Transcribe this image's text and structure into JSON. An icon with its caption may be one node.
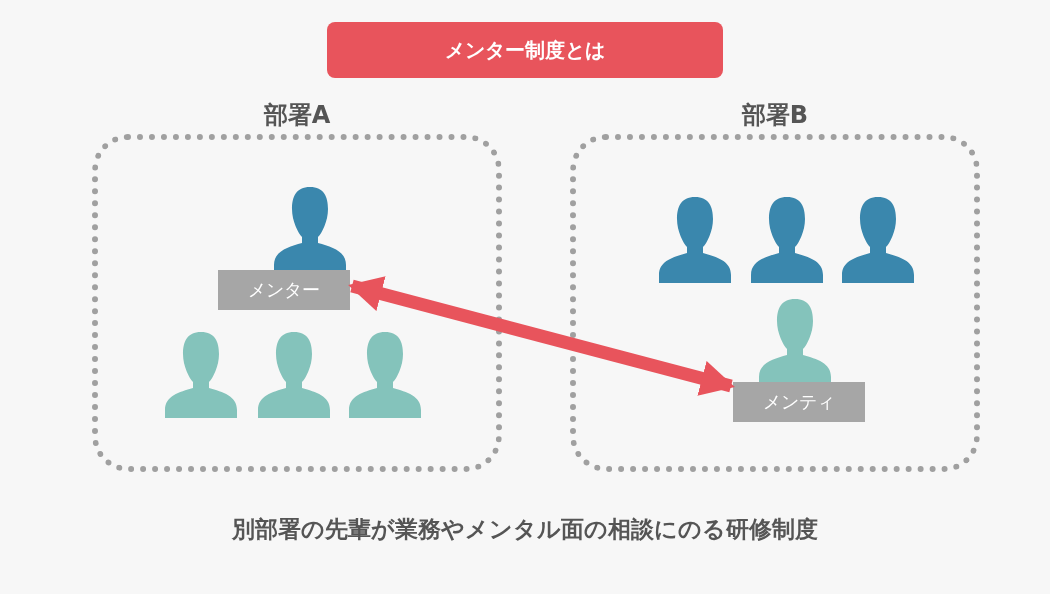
{
  "diagram": {
    "title": "メンター制度とは",
    "nodes": [
      {
        "text": [
          "部署A"
        ]
      },
      {
        "text": [
          "メンター"
        ],
        "in": 0
      },
      {
        "text": [
          "部署B"
        ]
      },
      {
        "text": [
          "メンティ"
        ],
        "in": 2
      }
    ],
    "edges": [
      {
        "from": 1,
        "to": 3,
        "arrow": "both"
      }
    ],
    "caption": "別部署の先輩が業務やメンタル面の相談にのる研修制度"
  }
}
